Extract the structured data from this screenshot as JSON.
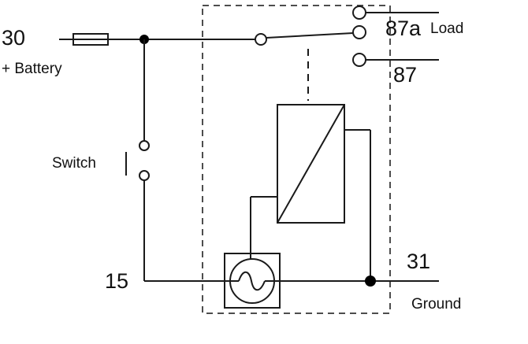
{
  "diagram": {
    "type": "automotive-relay-wiring-schematic",
    "labels": {
      "terminal_30": "30",
      "battery": "+ Battery",
      "switch": "Switch",
      "terminal_15": "15",
      "terminal_87a": "87a",
      "load": "Load",
      "terminal_87": "87",
      "terminal_31": "31",
      "ground": "Ground"
    },
    "colors": {
      "wire": "#1a1a1a",
      "relay_outline": "#4d4d4d",
      "background": "#ffffff",
      "text": "#111111"
    }
  }
}
